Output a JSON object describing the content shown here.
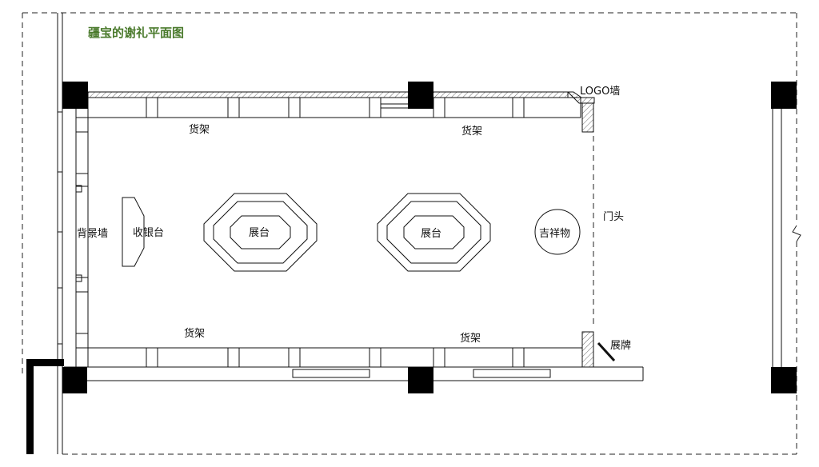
{
  "title": "疆宝的谢礼平面图",
  "colors": {
    "title": "#4a7a2c",
    "line": "#111111",
    "column": "#000000"
  },
  "labels": {
    "logo_wall": "LOGO墙",
    "shelf_top_left": "货架",
    "shelf_top_right": "货架",
    "shelf_bottom_left": "货架",
    "shelf_bottom_right": "货架",
    "background_wall": "背景墙",
    "cashier": "收银台",
    "display_left": "展台",
    "display_right": "展台",
    "mascot": "吉祥物",
    "door_head": "门头",
    "display_sign": "展牌"
  }
}
